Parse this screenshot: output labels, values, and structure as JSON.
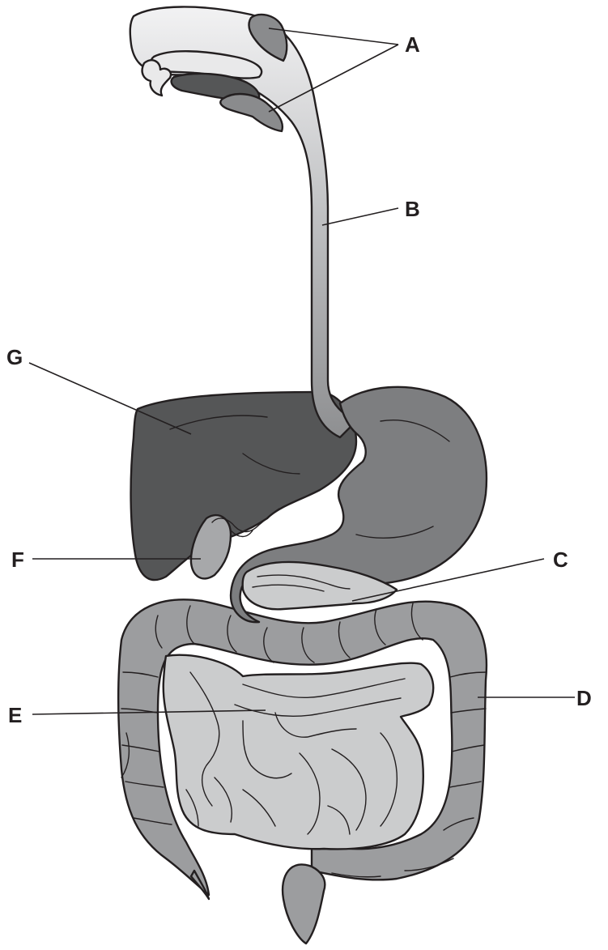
{
  "labels": {
    "a": "A",
    "b": "B",
    "c": "C",
    "d": "D",
    "e": "E",
    "f": "F",
    "g": "G"
  },
  "colors": {
    "outline": "#231f20",
    "palest": "#e9e9ea",
    "light": "#cbcccd",
    "mid": "#a7a8aa",
    "gland": "#8a8b8d",
    "stomach": "#7d7e80",
    "liver": "#555657",
    "gut": "#9c9d9f"
  }
}
